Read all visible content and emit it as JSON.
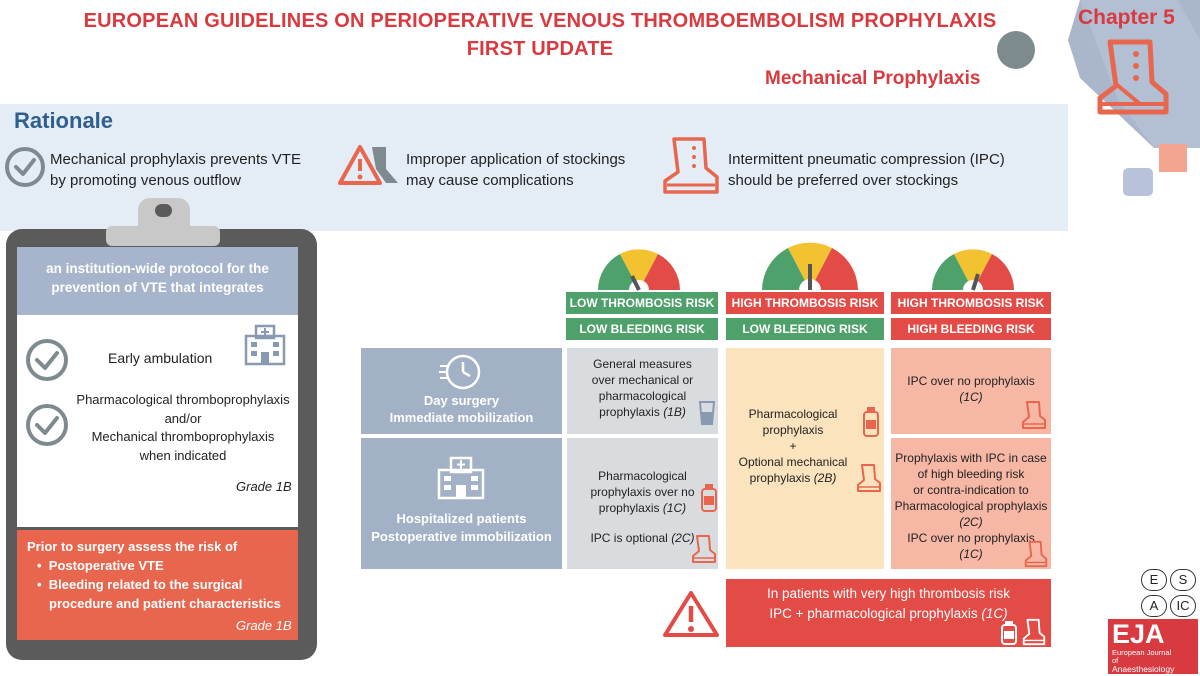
{
  "header": {
    "title_line1": "EUROPEAN GUIDELINES ON PERIOPERATIVE VENOUS THROMBOEMBOLISM PROPHYLAXIS",
    "title_line2": "FIRST UPDATE",
    "chapter": "Chapter 5",
    "section": "Mechanical Prophylaxis"
  },
  "rationale": {
    "heading": "Rationale",
    "items": [
      {
        "line1": "Mechanical prophylaxis prevents VTE",
        "line2": "by promoting venous outflow"
      },
      {
        "line1": "Improper application of stockings",
        "line2": "may cause complications"
      },
      {
        "line1": "Intermittent pneumatic compression (IPC)",
        "line2": "should be preferred over stockings"
      }
    ]
  },
  "clipboard": {
    "head_line1": "an institution-wide protocol for the",
    "head_line2": "prevention of VTE that integrates",
    "item1": "Early ambulation",
    "item2_line1": "Pharmacological thromboprophylaxis",
    "item2_line2": "and/or",
    "item2_line3": "Mechanical thromboprophylaxis",
    "item2_line4": "when indicated",
    "grade1": "Grade 1B",
    "assess_title": "Prior to surgery assess the risk of",
    "assess_b1": "Postoperative VTE",
    "assess_b2_line1": "Bleeding related to the surgical",
    "assess_b2_line2": "procedure and patient characteristics",
    "grade2": "Grade 1B"
  },
  "columns": [
    {
      "thrombosis": "LOW THROMBOSIS RISK",
      "bleeding": "LOW BLEEDING RISK"
    },
    {
      "thrombosis": "HIGH THROMBOSIS RISK",
      "bleeding": "LOW BLEEDING RISK"
    },
    {
      "thrombosis": "HIGH THROMBOSIS RISK",
      "bleeding": "HIGH BLEEDING RISK"
    }
  ],
  "rows": [
    {
      "line1": "Day surgery",
      "line2": "Immediate mobilization"
    },
    {
      "line1": "Hospitalized patients",
      "line2": "Postoperative immobilization"
    }
  ],
  "cells": {
    "r1c1": {
      "l1": "General measures",
      "l2": "over mechanical or",
      "l3": "pharmacological",
      "l4": "prophylaxis",
      "grade": "(1B)"
    },
    "r2c1": {
      "l1": "Pharmacological",
      "l2": "prophylaxis over no",
      "l3": "prophylaxis",
      "grade": "(1C)",
      "l4": "IPC is optional",
      "grade2": "(2C)"
    },
    "c2": {
      "l1": "Pharmacological",
      "l2": "prophylaxis",
      "l3": "+",
      "l4": "Optional mechanical",
      "l5": "prophylaxis",
      "grade": "(2B)"
    },
    "r1c3": {
      "l1": "IPC over no prophylaxis",
      "grade": "(1C)"
    },
    "r2c3": {
      "l1": "Prophylaxis with IPC in case",
      "l2": "of high bleeding risk",
      "l3": "or contra-indication to",
      "l4": "Pharmacological prophylaxis",
      "grade": "(2C)",
      "l5": "IPC over no prophylaxis",
      "grade2": "(1C)"
    }
  },
  "warning": {
    "line1": "In patients with very high thrombosis risk",
    "line2": "IPC + pharmacological prophylaxis",
    "grade": "(1C)"
  },
  "logo": {
    "e": "E",
    "s": "S",
    "a": "A",
    "ic": "IC",
    "eja": "EJA",
    "journal_l1": "European Journal",
    "journal_l2": "of",
    "journal_l3": "Anaesthesiology"
  }
}
